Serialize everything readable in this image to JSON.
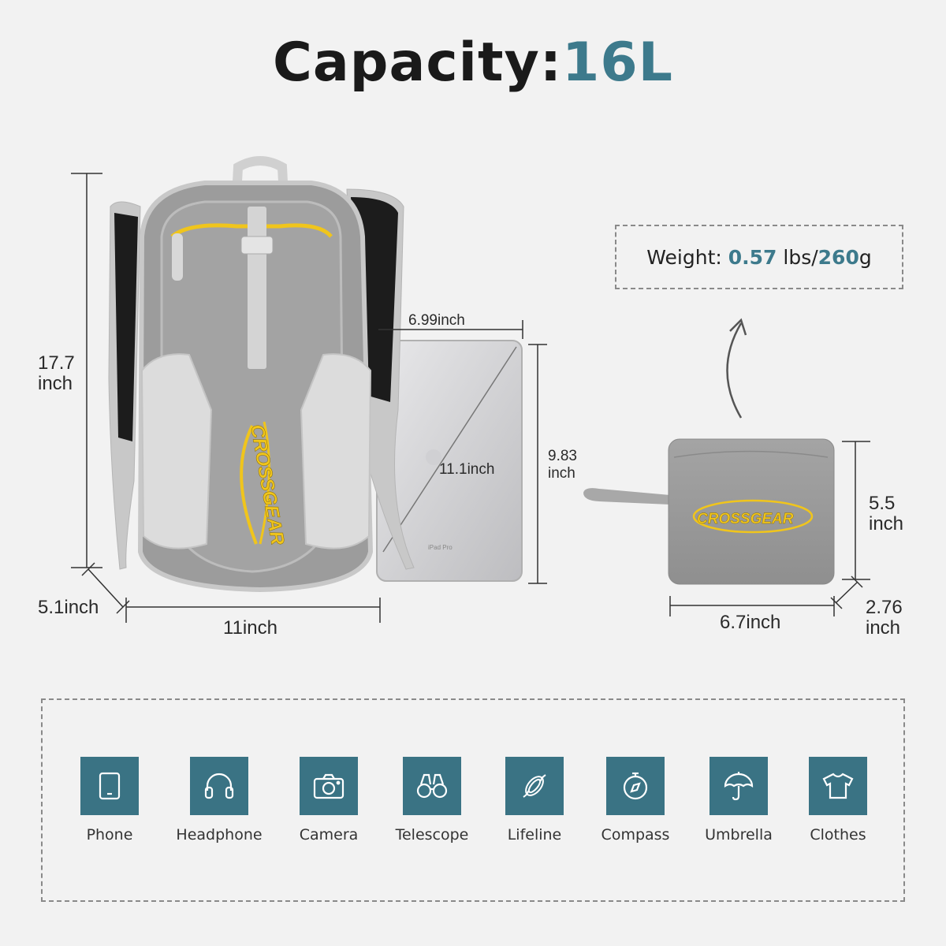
{
  "header": {
    "title_prefix": "Capacity:",
    "title_value": "16L"
  },
  "backpack": {
    "height_value": "17.7",
    "height_unit": "inch",
    "depth_label": "5.1inch",
    "width_label": "11inch",
    "brand": "CROSSGEAR"
  },
  "tablet": {
    "width_label": "6.99inch",
    "height_value": "9.83",
    "height_unit": "inch",
    "diagonal_label": "11.1inch",
    "model": "iPad Pro"
  },
  "weight": {
    "prefix": "Weight: ",
    "lbs": "0.57",
    "lbs_unit": " lbs/",
    "grams": "260",
    "grams_unit": "g"
  },
  "pouch": {
    "height_value": "5.5",
    "height_unit": "inch",
    "width_label": "6.7inch",
    "depth_value": "2.76",
    "depth_unit": "inch",
    "brand": "CROSSGEAR"
  },
  "items": [
    {
      "label": "Phone",
      "icon": "phone-icon"
    },
    {
      "label": "Headphone",
      "icon": "headphone-icon"
    },
    {
      "label": "Camera",
      "icon": "camera-icon"
    },
    {
      "label": "Telescope",
      "icon": "telescope-icon"
    },
    {
      "label": "Lifeline",
      "icon": "lifeline-icon"
    },
    {
      "label": "Compass",
      "icon": "compass-icon"
    },
    {
      "label": "Umbrella",
      "icon": "umbrella-icon"
    },
    {
      "label": "Clothes",
      "icon": "clothes-icon"
    }
  ],
  "colors": {
    "accent": "#3d7a8c",
    "tile": "#3a7384",
    "bag_gray": "#9e9e9e",
    "bag_light": "#d9d9d9",
    "logo_yellow": "#f2c420"
  }
}
